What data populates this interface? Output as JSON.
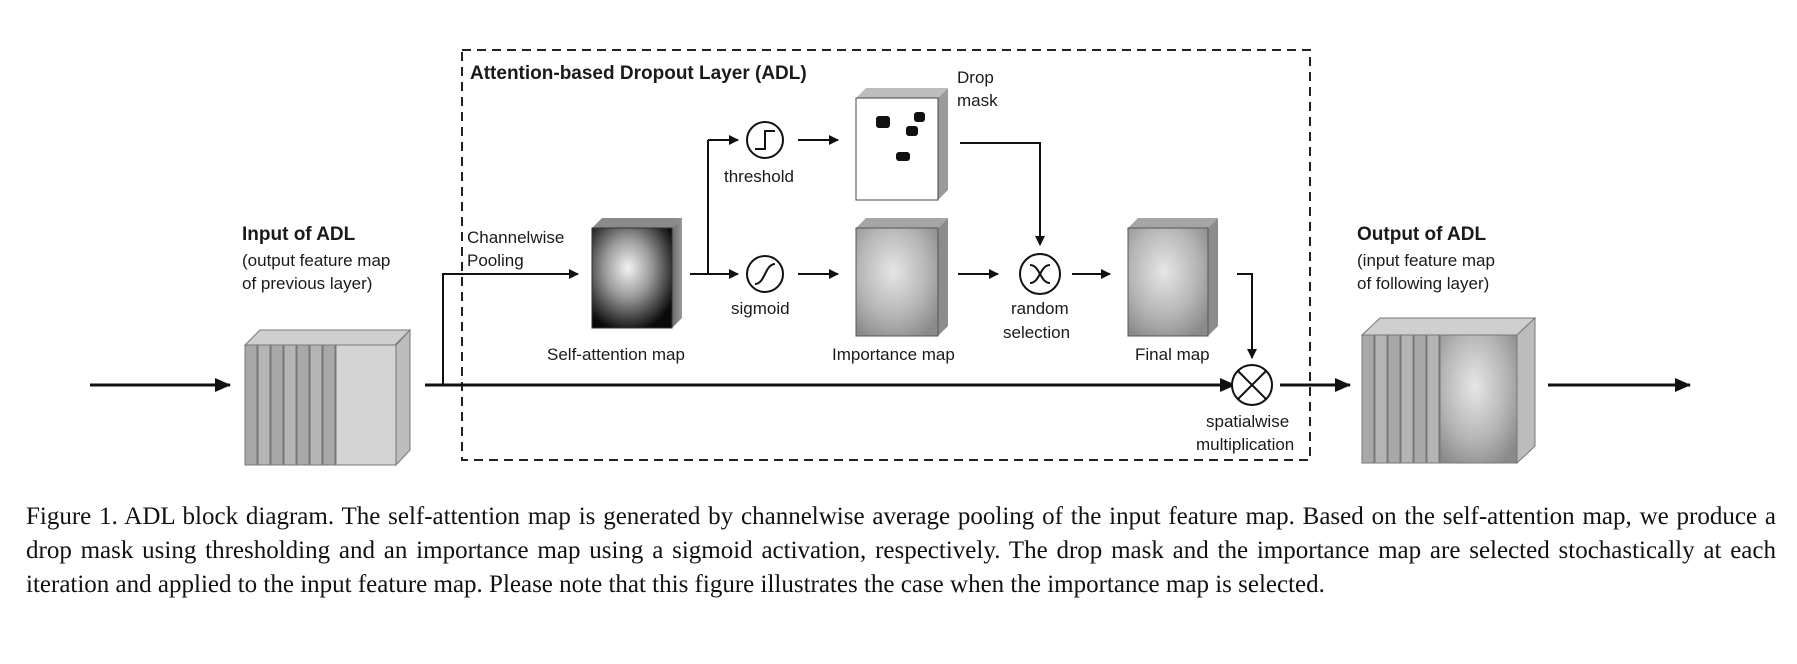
{
  "diagram": {
    "adl_title": "Attention-based Dropout Layer (ADL)",
    "input": {
      "title": "Input of ADL",
      "sub1": "(output feature map",
      "sub2": "of previous layer)"
    },
    "output": {
      "title": "Output of ADL",
      "sub1": "(input feature map",
      "sub2": "of following layer)"
    },
    "pooling": {
      "line1": "Channelwise",
      "line2": "Pooling"
    },
    "self_attention_label": "Self-attention map",
    "threshold_label": "threshold",
    "sigmoid_label": "sigmoid",
    "drop_mask": {
      "line1": "Drop",
      "line2": "mask"
    },
    "importance_label": "Importance map",
    "random_selection": {
      "line1": "random",
      "line2": "selection"
    },
    "final_map_label": "Final map",
    "spatialwise": {
      "line1": "spatialwise",
      "line2": "multiplication"
    }
  },
  "caption": "Figure 1. ADL block diagram. The self-attention map is generated by channelwise average pooling of the input feature map. Based on the self-attention map, we produce a drop mask using thresholding and an importance map using a sigmoid activation, respectively. The drop mask and the importance map are selected stochastically at each iteration and applied to the input feature map. Please note that this figure illustrates the case when the importance map is selected."
}
